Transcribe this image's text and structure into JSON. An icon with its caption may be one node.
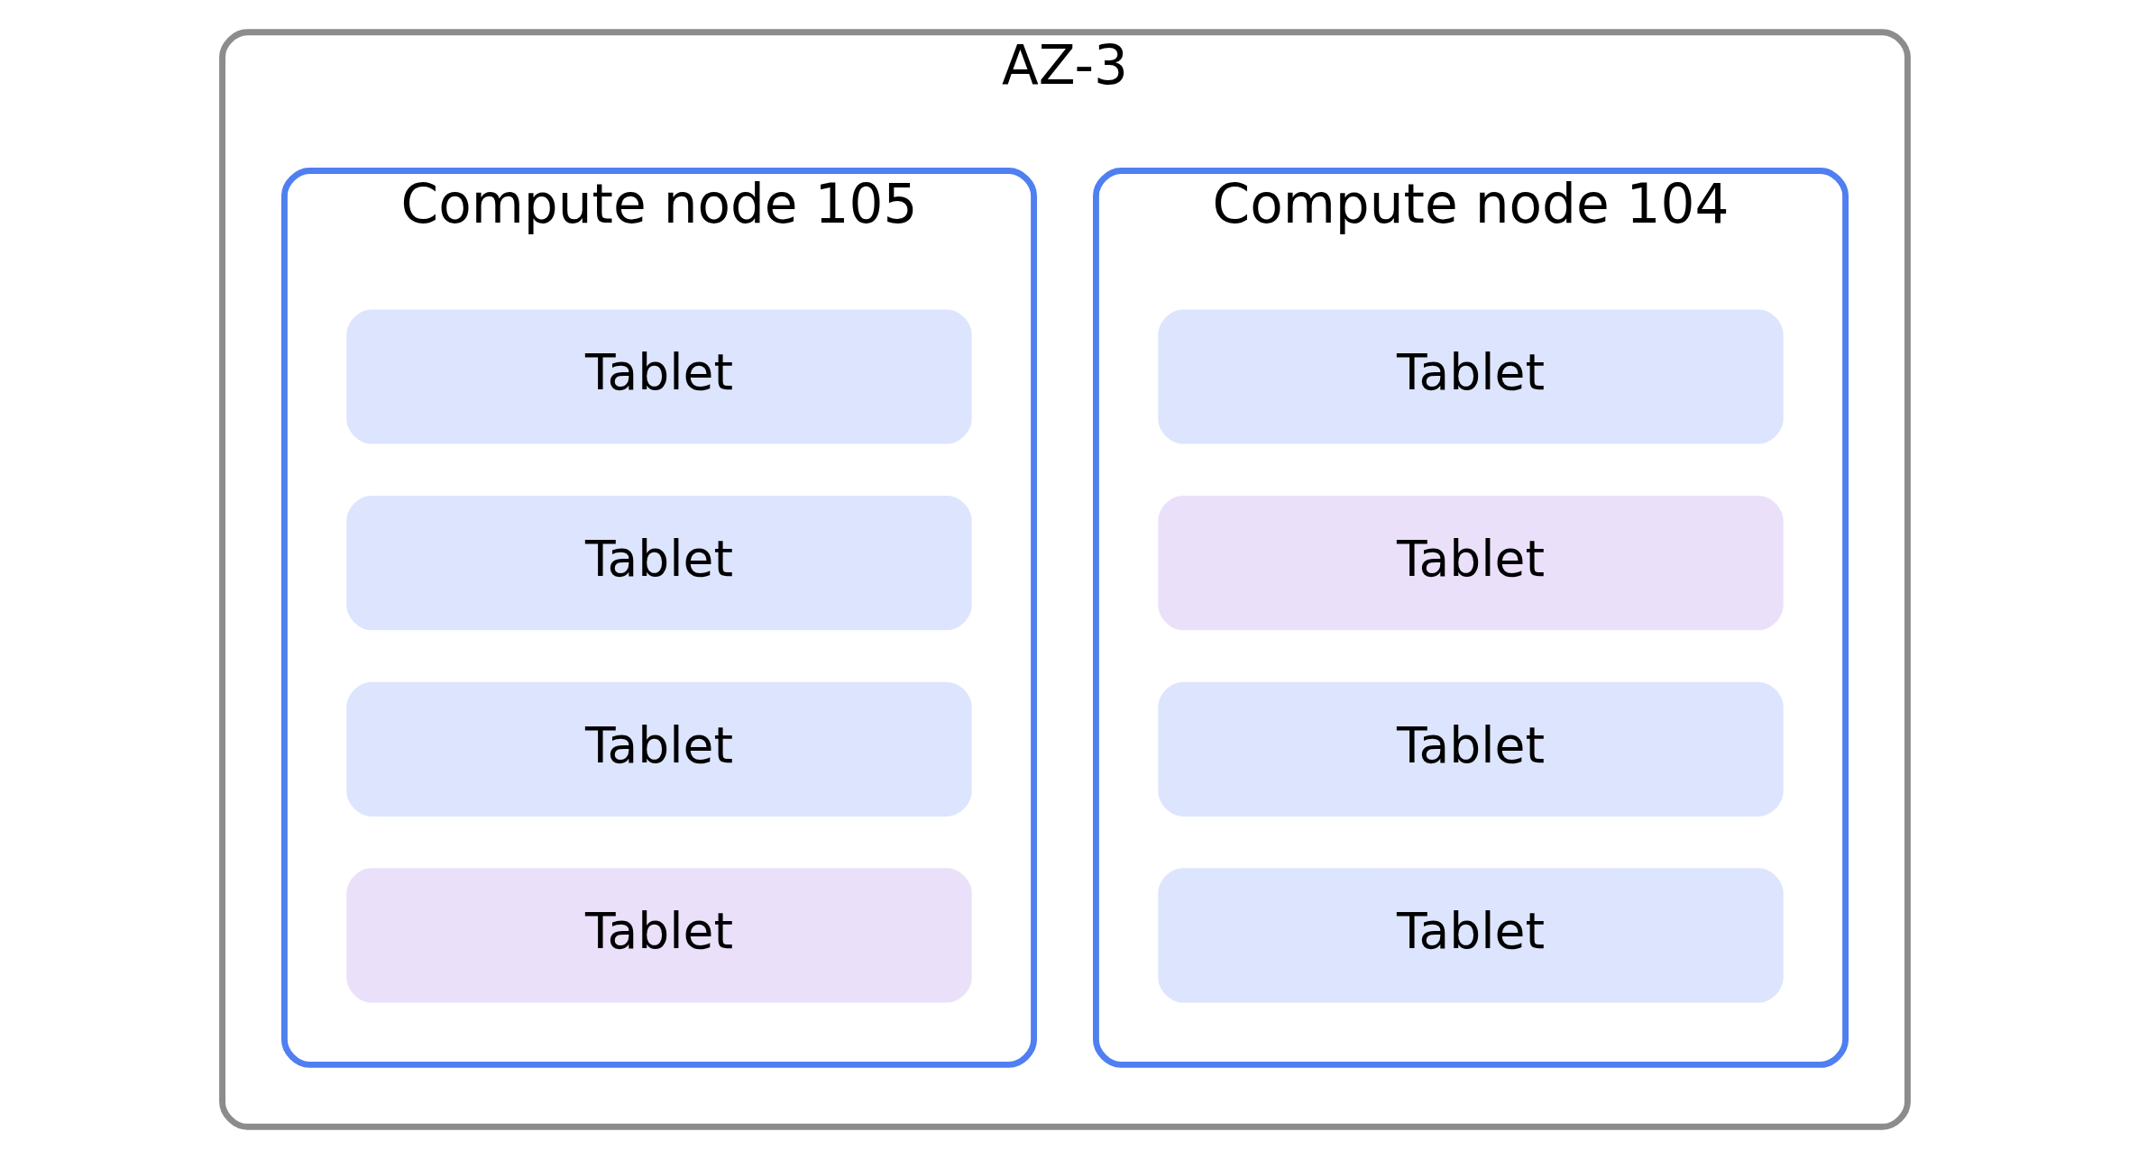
{
  "diagram": {
    "nodes": [
      {
        "text": [
          "AZ-3"
        ]
      },
      {
        "text": [
          "Compute node 104"
        ],
        "in": 0
      },
      {
        "text": [
          "Tablet"
        ],
        "in": 1
      },
      {
        "text": [
          "Tablet"
        ],
        "in": 1
      },
      {
        "text": [
          "Tablet"
        ],
        "in": 1
      },
      {
        "text": [
          "Tablet"
        ],
        "in": 1
      },
      {
        "text": [
          "Compute node 105"
        ],
        "in": 0
      },
      {
        "text": [
          "Tablet"
        ],
        "in": 6
      },
      {
        "text": [
          "Tablet"
        ],
        "in": 6
      },
      {
        "text": [
          "Tablet"
        ],
        "in": 6
      },
      {
        "text": [
          "Tablet"
        ],
        "in": 6
      }
    ]
  }
}
